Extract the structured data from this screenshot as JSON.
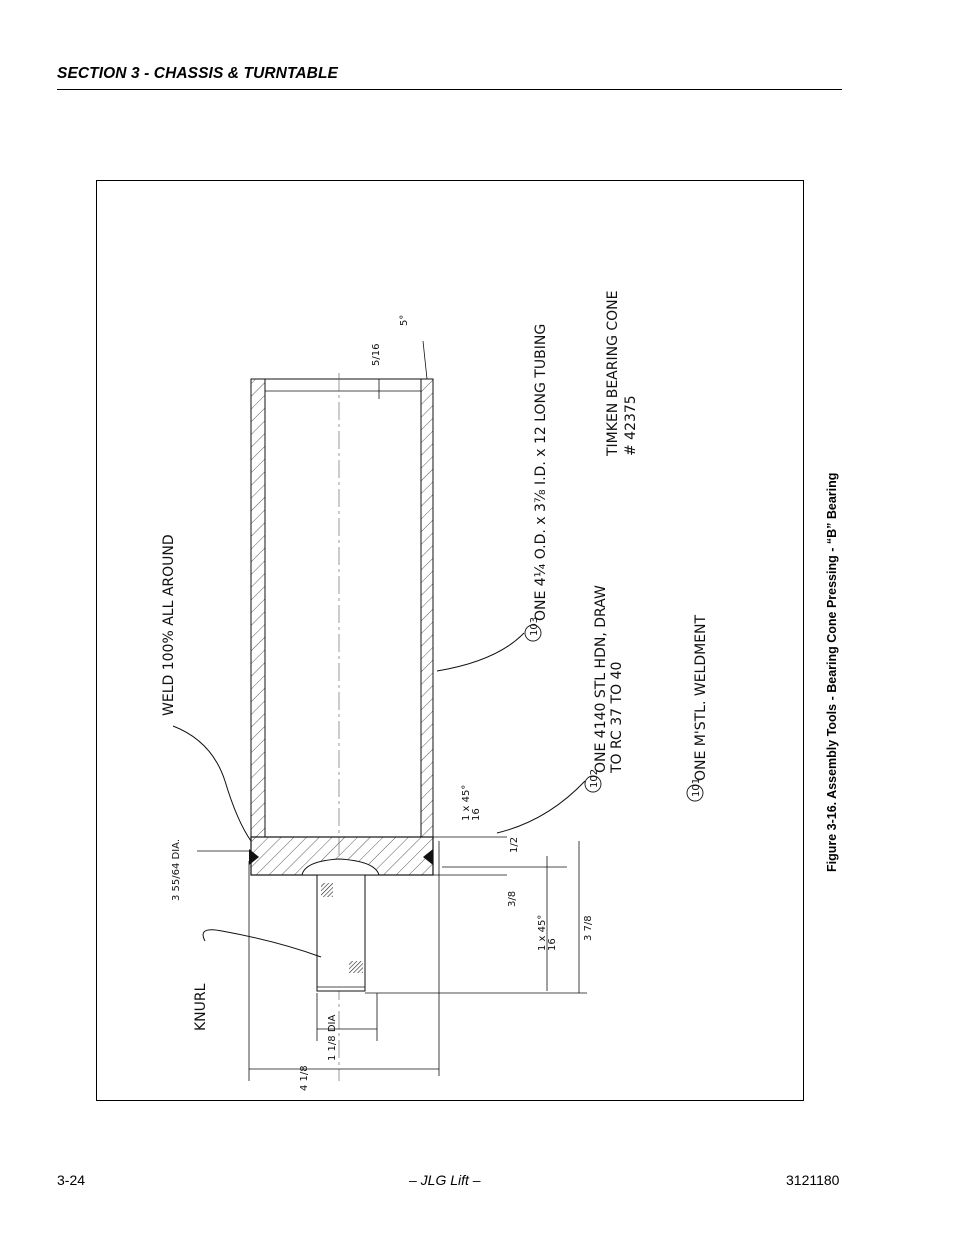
{
  "header": {
    "section_title": "SECTION 3 - CHASSIS & TURNTABLE"
  },
  "figure": {
    "caption": "Figure 3-16.  Assembly Tools - Bearing Cone Pressing - “B” Bearing",
    "notes": {
      "weld": "WELD 100% ALL AROUND",
      "tubing": "ONE 4¼ O.D. x 3⅞ I.D. x 12 LONG TUBING",
      "tubing_item": "103",
      "plug_line1": "ONE 4140 STL HDN, DRAW",
      "plug_line2": "TO RC 37 TO 40",
      "plug_item": "102",
      "weldment": "ONE M'STL. WELDMENT",
      "weldment_item": "101",
      "bearing_line1": "TIMKEN BEARING CONE",
      "bearing_line2": "# 42375",
      "knurl": "KNURL"
    },
    "dimensions": {
      "wall": "5/16",
      "taper": "5°",
      "chamfer_top": "1 x 45°",
      "chamfer_top_den": "16",
      "plate": "1/2",
      "shoulder": "3/8",
      "chamfer_bottom": "1 x 45°",
      "chamfer_bottom_den": "16",
      "length": "3 7/8",
      "dia_top": "3 55/64 DIA.",
      "dia_pin": "1 1/8 DIA",
      "dia_base": "4 1/8"
    }
  },
  "footer": {
    "page": "3-24",
    "publisher": "– JLG Lift –",
    "doc_number": "3121180"
  }
}
